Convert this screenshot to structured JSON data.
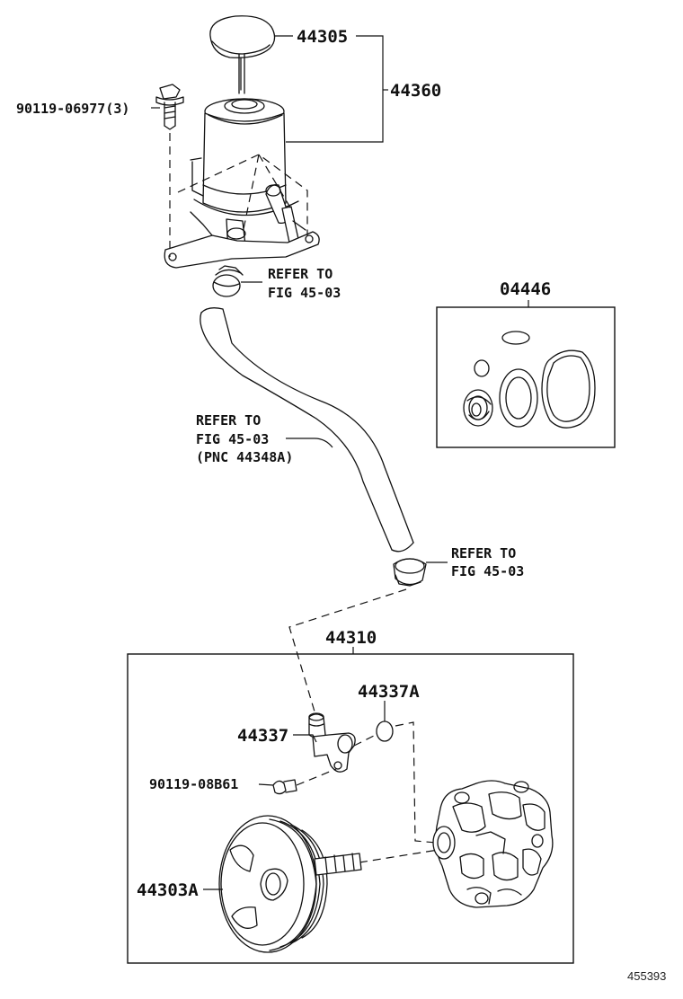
{
  "diagram": {
    "figure_id": "455393",
    "labels": {
      "cap": "44305",
      "reservoir_assy": "44360",
      "bolt_top": "90119-06977(3)",
      "gasket_kit": "04446",
      "pump_assy": "44310",
      "oring": "44337A",
      "union": "44337",
      "bolt_union": "90119-08B61",
      "pulley": "44303A"
    },
    "refer_clamp_top": {
      "line1": "REFER TO",
      "line2": "FIG 45-03"
    },
    "refer_hose": {
      "line1": "REFER TO",
      "line2": "FIG 45-03",
      "line3": "(PNC 44348A)"
    },
    "refer_clamp_bottom": {
      "line1": "REFER TO",
      "line2": "FIG 45-03"
    }
  }
}
